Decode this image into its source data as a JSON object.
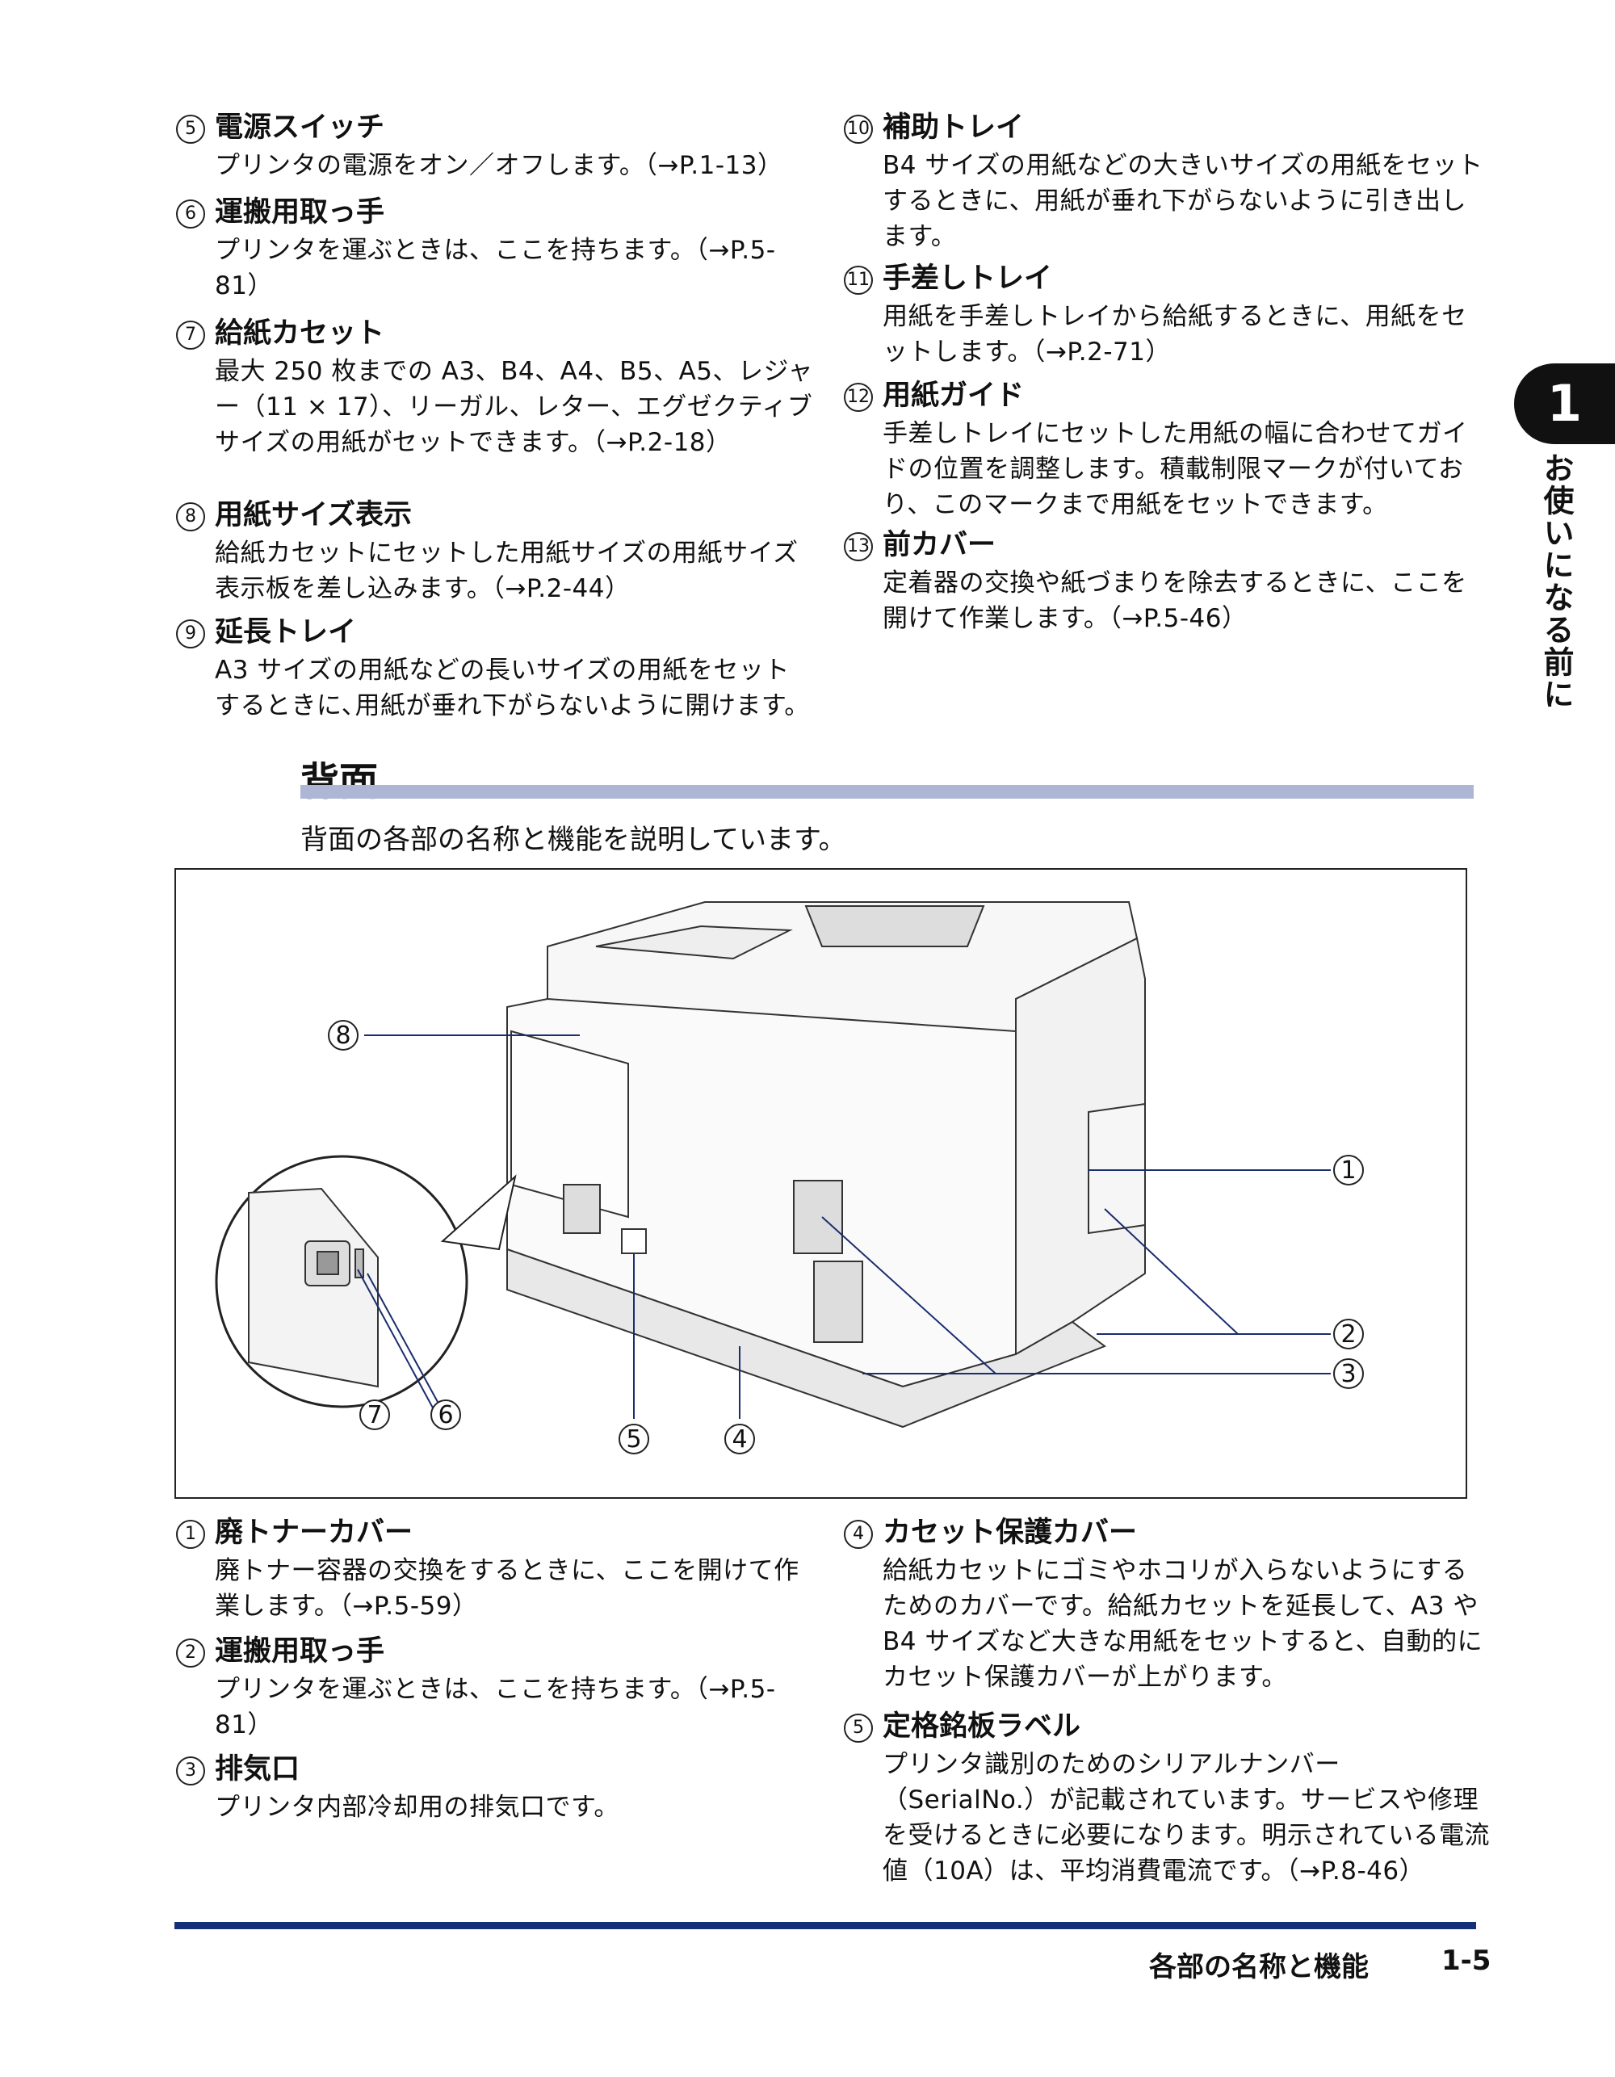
{
  "top_left_items": [
    {
      "num": "5",
      "title": "電源スイッチ",
      "desc": "プリンタの電源をオン／オフします。（→P.1-13）"
    },
    {
      "num": "6",
      "title": "運搬用取っ手",
      "desc": "プリンタを運ぶときは、ここを持ちます。（→P.5-81）"
    },
    {
      "num": "7",
      "title": "給紙カセット",
      "desc": "最大 250 枚までの A3、B4、A4、B5、A5、レジャー（11 × 17）、リーガル、レター、エグゼクティブサイズの用紙がセットできます。（→P.2-18）"
    },
    {
      "num": "8",
      "title": "用紙サイズ表示",
      "desc": "給紙カセットにセットした用紙サイズの用紙サイズ表示板を差し込みます。（→P.2-44）"
    },
    {
      "num": "9",
      "title": "延長トレイ",
      "desc": "A3 サイズの用紙などの長いサイズの用紙をセットするときに､用紙が垂れ下がらないように開けます。"
    }
  ],
  "top_right_items": [
    {
      "num": "10",
      "title": "補助トレイ",
      "desc": "B4 サイズの用紙などの大きいサイズの用紙をセットするときに、用紙が垂れ下がらないように引き出します。"
    },
    {
      "num": "11",
      "title": "手差しトレイ",
      "desc": "用紙を手差しトレイから給紙するときに、用紙をセットします。（→P.2-71）"
    },
    {
      "num": "12",
      "title": "用紙ガイド",
      "desc": "手差しトレイにセットした用紙の幅に合わせてガイドの位置を調整します。積載制限マークが付いており、このマークまで用紙をセットできます。"
    },
    {
      "num": "13",
      "title": "前カバー",
      "desc": "定着器の交換や紙づまりを除去するときに、ここを開けて作業します。（→P.5-46）"
    }
  ],
  "chapter": {
    "number": "1",
    "label": "お使いになる前に"
  },
  "section": {
    "title": "背面",
    "intro": "背面の各部の名称と機能を説明しています。"
  },
  "figure_callouts": [
    "1",
    "2",
    "3",
    "4",
    "5",
    "6",
    "7",
    "8"
  ],
  "bottom_left_items": [
    {
      "num": "1",
      "title": "廃トナーカバー",
      "desc": "廃トナー容器の交換をするときに、ここを開けて作業します。（→P.5-59）"
    },
    {
      "num": "2",
      "title": "運搬用取っ手",
      "desc": "プリンタを運ぶときは、ここを持ちます。（→P.5-81）"
    },
    {
      "num": "3",
      "title": "排気口",
      "desc": "プリンタ内部冷却用の排気口です。"
    }
  ],
  "bottom_right_items": [
    {
      "num": "4",
      "title": "カセット保護カバー",
      "desc": "給紙カセットにゴミやホコリが入らないようにするためのカバーです。給紙カセットを延長して、A3 や B4 サイズなど大きな用紙をセットすると、自動的にカセット保護カバーが上がります。"
    },
    {
      "num": "5",
      "title": "定格銘板ラベル",
      "desc": "プリンタ識別のためのシリアルナンバー（SerialNo.）が記載されています。サービスや修理を受けるときに必要になります。明示されている電流値（10A）は、平均消費電流です。（→P.8-46）"
    }
  ],
  "footer": {
    "section": "各部の名称と機能",
    "page": "1-5"
  },
  "colors": {
    "section_bar": "#aeb6d6",
    "footer_bar": "#14307a",
    "chapter_tab": "#111111"
  }
}
